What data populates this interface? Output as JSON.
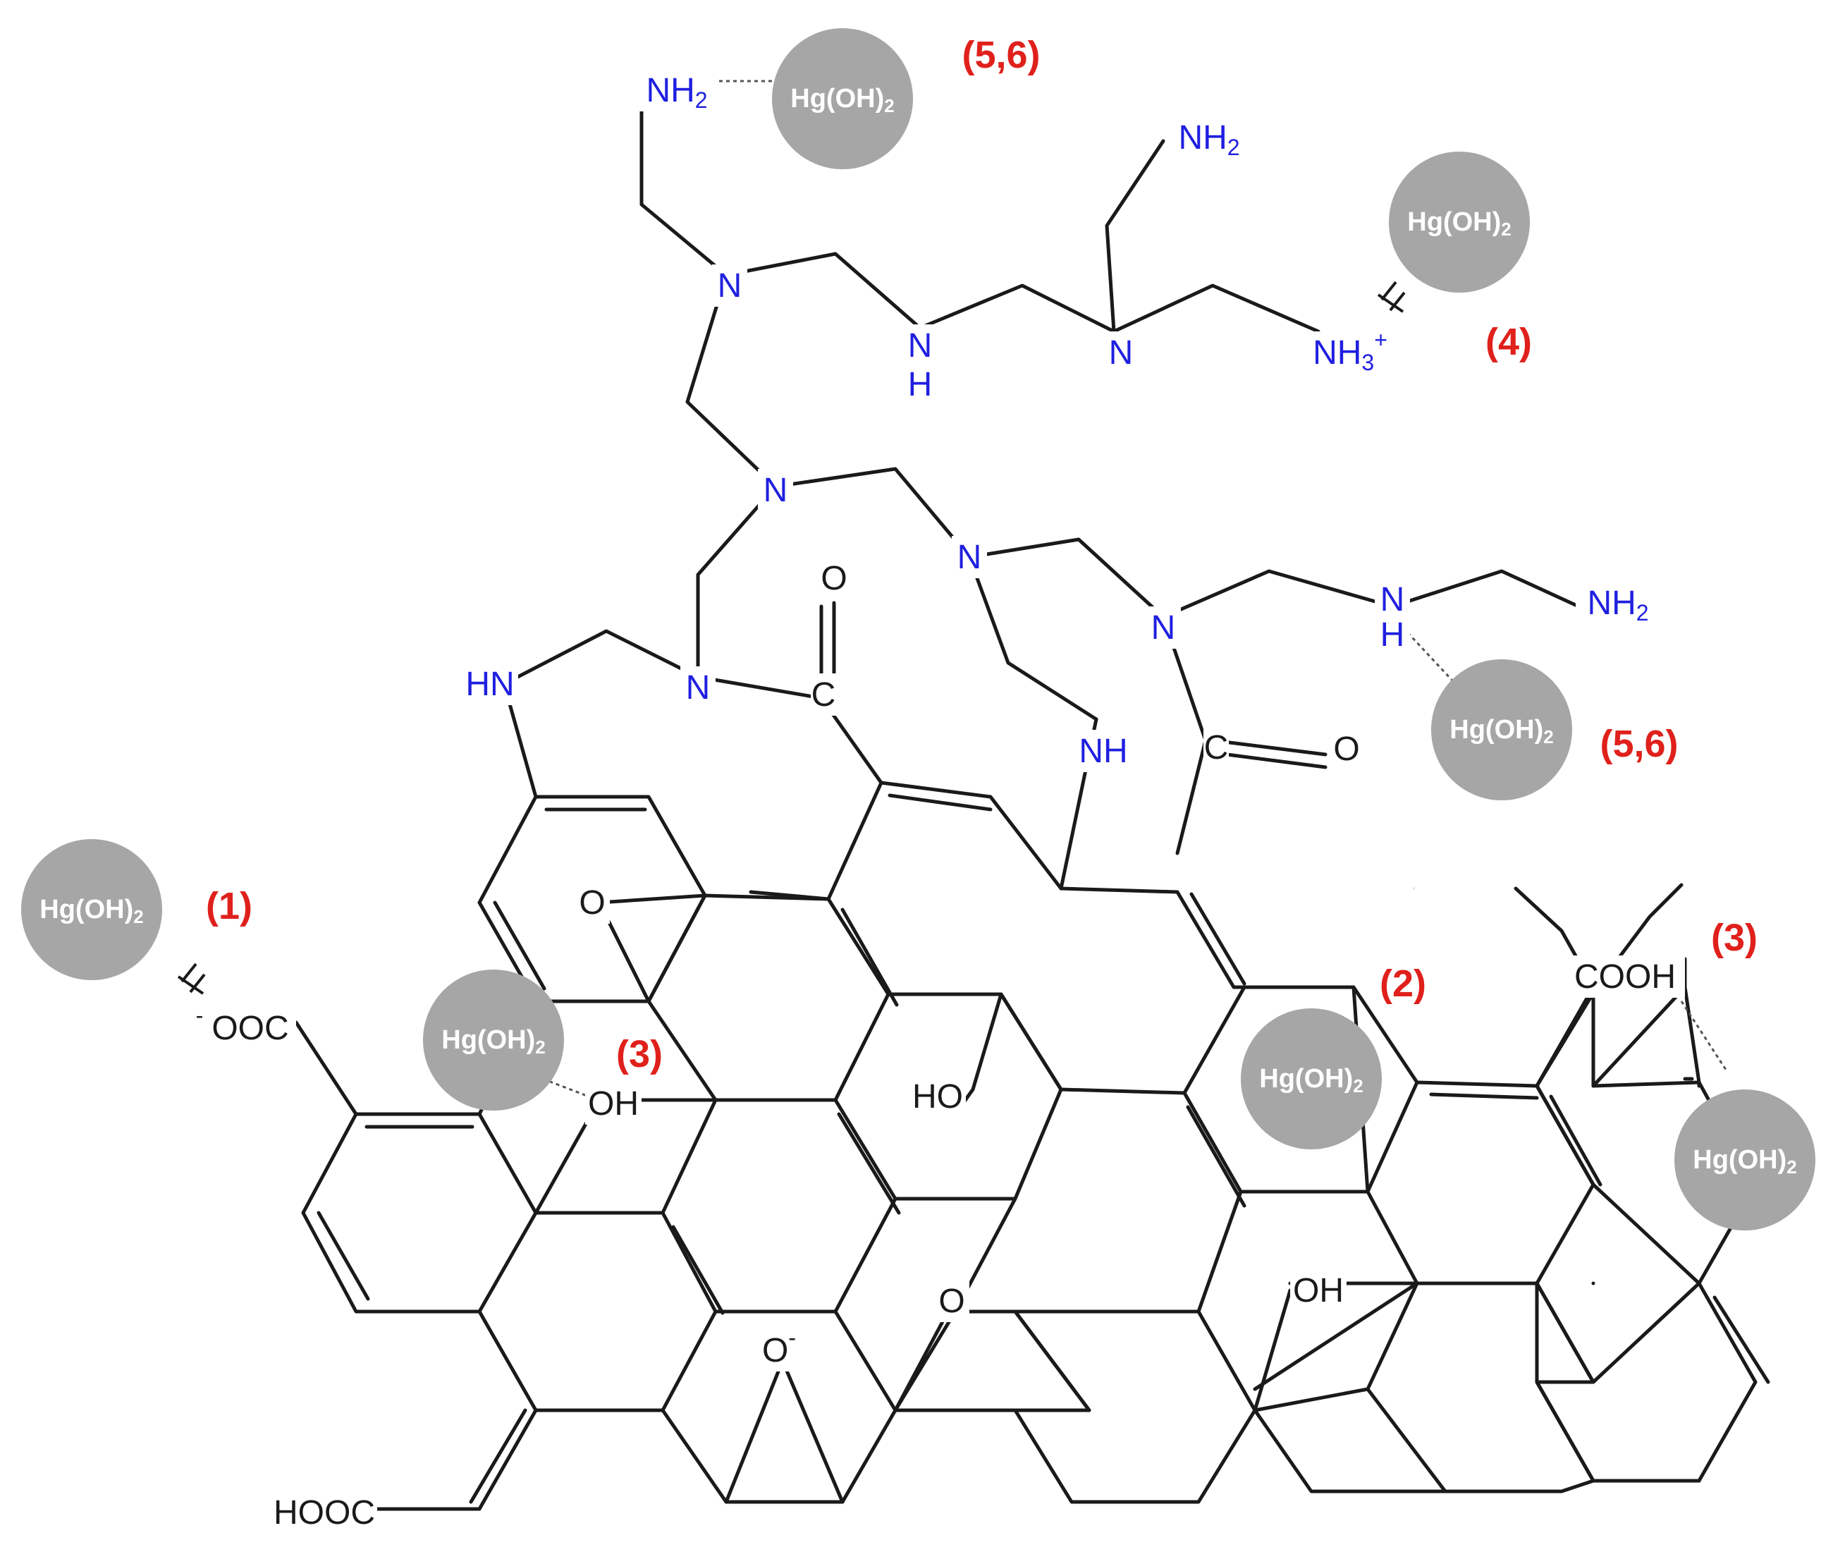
{
  "colors": {
    "bond": "#1a1a1a",
    "nitrogen": "#1f1fe0",
    "atom": "#1a1a1a",
    "label": "#e0201b",
    "hg_circle": "#a6a6a6",
    "hg_text": "#ffffff"
  },
  "atoms": {
    "nh2_top": "NH",
    "nh2_mid": "NH",
    "nh2_right": "NH",
    "sub2": "2",
    "n_top": "N",
    "nh_top_n": "N",
    "nh_top_h": "H",
    "n_mid_right": "N",
    "nh3": "NH",
    "nh3_sub": "3",
    "nh3_sup": "+",
    "n_center": "N",
    "n_amide1": "N",
    "n_right1": "N",
    "n_right2": "N",
    "nh_right_n": "N",
    "nh_right_h": "H",
    "hn_left": "HN",
    "nh_ring": "NH",
    "o_carbonyl1": "O",
    "o_carbonyl2": "O",
    "c_carbonyl1": "C",
    "c_carbonyl2": "C",
    "o_epoxide1": "O",
    "o_epoxide2": "O",
    "o_minus": "O",
    "o_minus_sup": "-",
    "oh1": "OH",
    "ho1": "HO",
    "oh2": "OH",
    "cooh": "COOH",
    "ooc_minus": "-",
    "ooc": "OOC",
    "hooc": "HOOC"
  },
  "hg": {
    "symbol": "Hg(OH)",
    "sub": "2"
  },
  "labels": {
    "site_56_top": "(5,6)",
    "site_4": "(4)",
    "site_56_right": "(5,6)",
    "site_1": "(1)",
    "site_2": "(2)",
    "site_3_left": "(3)",
    "site_3_right": "(3)"
  }
}
